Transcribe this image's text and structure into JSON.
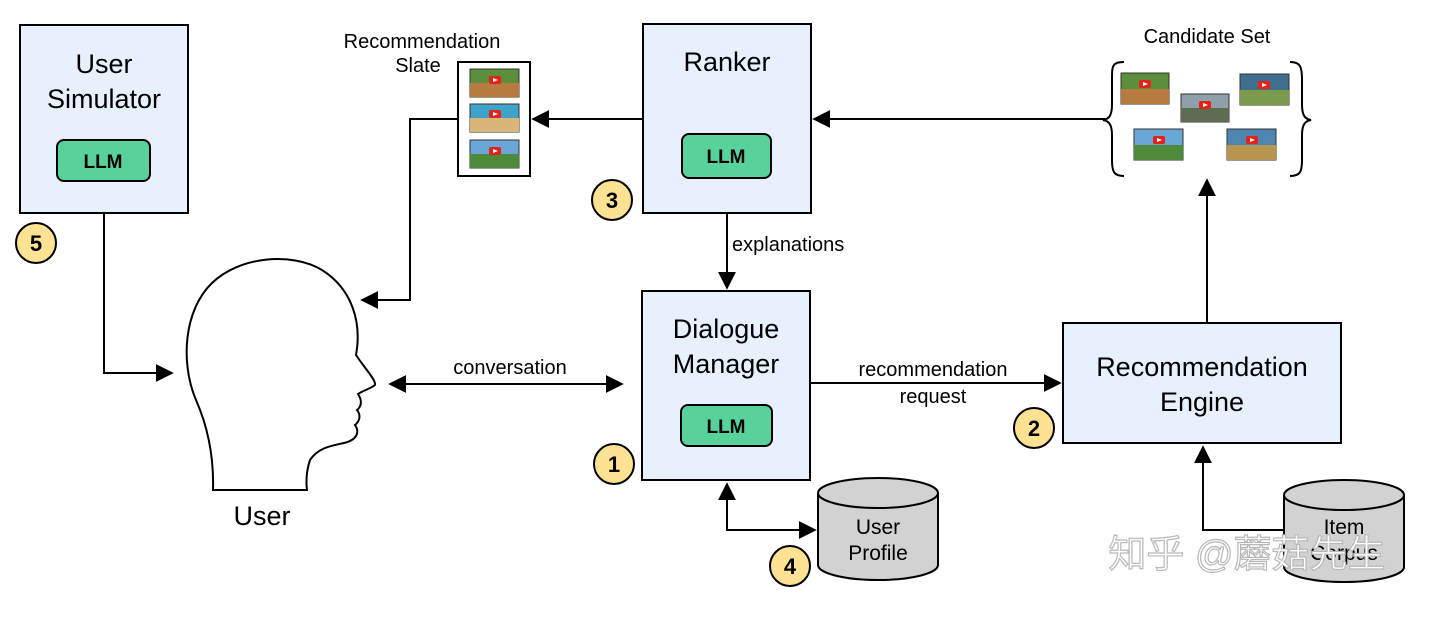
{
  "components": {
    "user_simulator": {
      "line1": "User",
      "line2": "Simulator",
      "llm": "LLM"
    },
    "ranker": {
      "title": "Ranker",
      "llm": "LLM"
    },
    "dialogue_manager": {
      "line1": "Dialogue",
      "line2": "Manager",
      "llm": "LLM"
    },
    "recommendation_engine": {
      "line1": "Recommendation",
      "line2": "Engine"
    },
    "user": {
      "label": "User"
    },
    "user_profile": {
      "line1": "User",
      "line2": "Profile"
    },
    "item_corpus": {
      "line1": "Item",
      "line2": "Corpus"
    }
  },
  "slate": {
    "line1": "Recommendation",
    "line2": "Slate"
  },
  "candidate_set": {
    "label": "Candidate Set"
  },
  "edges": {
    "explanations": "explanations",
    "conversation": "conversation",
    "rec_request_line1": "recommendation",
    "rec_request_line2": "request"
  },
  "badges": {
    "b1": "1",
    "b2": "2",
    "b3": "3",
    "b4": "4",
    "b5": "5"
  },
  "watermark": "知乎 @蘑菇先生",
  "colors": {
    "component_fill": "#e8f0fe",
    "llm_fill": "#57d29b",
    "badge_fill": "#fde293",
    "storage_fill": "#d2d2d2"
  }
}
